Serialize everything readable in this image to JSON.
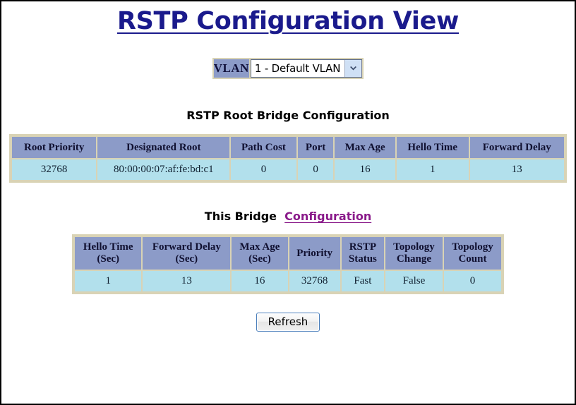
{
  "page": {
    "title": "RSTP Configuration View"
  },
  "vlan_selector": {
    "label": "VLAN",
    "selected": "1 - Default VLAN",
    "options": [
      "1 - Default VLAN"
    ],
    "arrow_icon": "chevron-down-icon"
  },
  "root_bridge_section": {
    "heading": "RSTP Root Bridge Configuration",
    "columns": [
      "Root Priority",
      "Designated Root",
      "Path Cost",
      "Port",
      "Max Age",
      "Hello Time",
      "Forward Delay"
    ],
    "row": [
      "32768",
      "80:00:00:07:af:fe:bd:c1",
      "0",
      "0",
      "16",
      "1",
      "13"
    ]
  },
  "this_bridge_section": {
    "heading_text": "This Bridge",
    "heading_link": "Configuration",
    "columns": [
      {
        "line1": "Hello Time",
        "line2": "(Sec)"
      },
      {
        "line1": "Forward Delay",
        "line2": "(Sec)"
      },
      {
        "line1": "Max Age",
        "line2": "(Sec)"
      },
      {
        "line1": "Priority",
        "line2": ""
      },
      {
        "line1": "RSTP",
        "line2": "Status"
      },
      {
        "line1": "Topology",
        "line2": "Change"
      },
      {
        "line1": "Topology",
        "line2": "Count"
      }
    ],
    "row": [
      "1",
      "13",
      "16",
      "32768",
      "Fast",
      "False",
      "0"
    ]
  },
  "footer": {
    "refresh_label": "Refresh"
  },
  "colors": {
    "title": "#1a1a8c",
    "header_bg": "#8c9bc8",
    "cell_bg": "#b2e0ec",
    "table_border": "#d9d3b5",
    "link": "#8a1a8a",
    "page_border": "#000000"
  }
}
